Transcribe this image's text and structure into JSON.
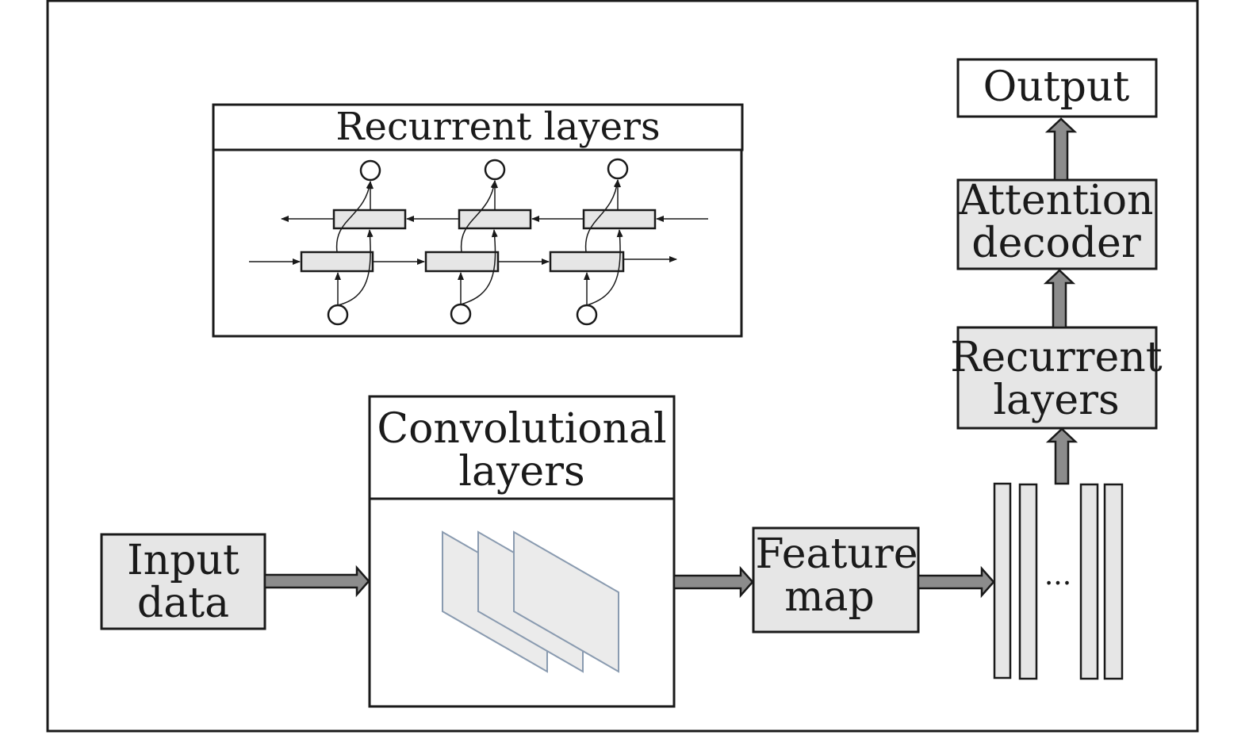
{
  "recurrent_inset": {
    "title": "Recurrent layers"
  },
  "input": {
    "line1": "Input",
    "line2": "data"
  },
  "conv": {
    "line1": "Convolutional",
    "line2": "layers"
  },
  "feature": {
    "line1": "Feature",
    "line2": "map"
  },
  "sequence": {
    "ellipsis": "..."
  },
  "recurrent": {
    "line1": "Recurrent",
    "line2": "layers"
  },
  "attention": {
    "line1": "Attention",
    "line2": "decoder"
  },
  "output": {
    "label": "Output"
  },
  "colors": {
    "box_fill": "#e6e6e6",
    "arrow_fill": "#8c8c8c",
    "stroke": "#1a1a1a",
    "plane_fill": "#ebebeb",
    "plane_stroke": "#8a9bb0"
  }
}
